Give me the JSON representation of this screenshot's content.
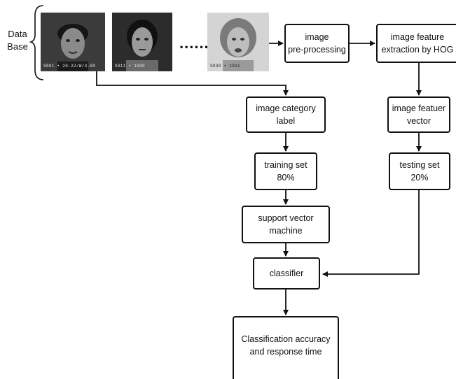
{
  "database": {
    "label_line1": "Data",
    "label_line2": "Base",
    "photos": [
      {
        "caption": "S001 • 20-22/W/3.00",
        "tone": "#3a3a3a"
      },
      {
        "caption": "S011 • 1000",
        "tone": "#2c2c2c"
      },
      {
        "caption": "S030 • 1011",
        "tone": "#cfcfcf"
      }
    ],
    "ellipsis": "......"
  },
  "nodes": {
    "preprocessing": "image\npre-processing",
    "feature_extraction": "image feature\nextraction by HOG",
    "category_label": "image category\nlabel",
    "feature_vector": "image featuer\nvector",
    "training_set": "training set\n80%",
    "testing_set": "testing set\n20%",
    "svm": "support vector\nmachine",
    "classifier": "classifier",
    "result": "Classification accuracy\nand response time"
  },
  "edges": [
    {
      "from": "database",
      "to": "preprocessing"
    },
    {
      "from": "preprocessing",
      "to": "feature_extraction"
    },
    {
      "from": "database",
      "to": "category_label"
    },
    {
      "from": "feature_extraction",
      "to": "feature_vector"
    },
    {
      "from": "category_label",
      "to": "training_set"
    },
    {
      "from": "feature_vector",
      "to": "testing_set"
    },
    {
      "from": "training_set",
      "to": "svm"
    },
    {
      "from": "svm",
      "to": "classifier"
    },
    {
      "from": "testing_set",
      "to": "classifier"
    },
    {
      "from": "classifier",
      "to": "result"
    }
  ],
  "colors": {
    "stroke": "#111111",
    "background": "#ffffff"
  }
}
